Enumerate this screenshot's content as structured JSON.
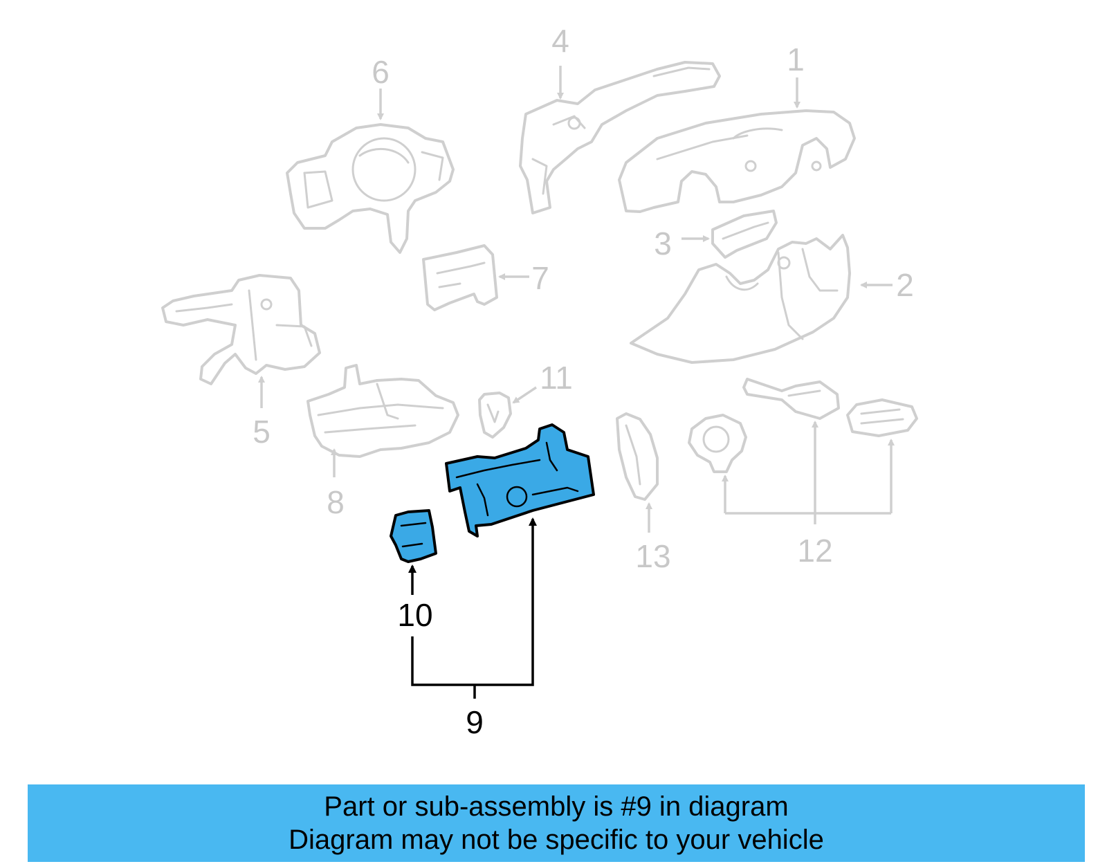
{
  "diagram": {
    "highlighted_part": "9",
    "callouts": [
      "1",
      "2",
      "3",
      "4",
      "5",
      "6",
      "7",
      "8",
      "9",
      "10",
      "11",
      "12",
      "13"
    ],
    "colors": {
      "highlight": "#3aa9e6",
      "inactive": "#cfcfcf",
      "banner": "#49b8f1"
    }
  },
  "footer": {
    "line1": "Part or sub-assembly is #9 in diagram",
    "line2": "Diagram may not be specific to your vehicle"
  }
}
